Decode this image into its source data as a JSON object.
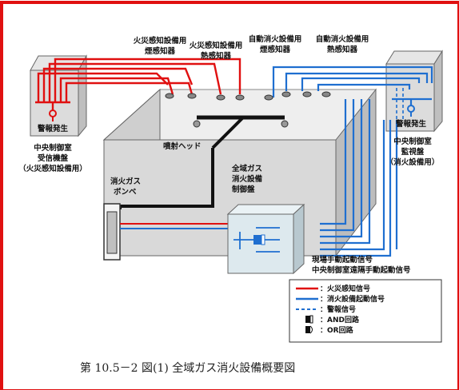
{
  "labels": {
    "fire_heat_top": "火災感知設備用",
    "fire_heat_bottom": "熱感知器",
    "fire_smoke_top": "火災感知設備用",
    "fire_smoke_bottom": "煙感知器",
    "ext_smoke_top": "自動消火設備用",
    "ext_smoke_bottom": "煙感知器",
    "ext_heat_top": "自動消火設備用",
    "ext_heat_bottom": "熱感知器",
    "alarm_left": "警報発生",
    "alarm_right": "警報発生",
    "left_panel_1": "中央制御室",
    "left_panel_2": "受信機盤",
    "left_panel_3": "（火災感知設備用）",
    "right_panel_1": "中央制御室",
    "right_panel_2": "監視盤",
    "right_panel_3": "（消火設備用）",
    "nozzle": "噴射ヘッド",
    "cylinder_1": "消火ガス",
    "cylinder_2": "ボンベ",
    "control_1": "全域ガス",
    "control_2": "消火設備",
    "control_3": "制御盤",
    "signal_local": "現場手動起動信号",
    "signal_remote": "中央制御室遠隔手動起動信号"
  },
  "legend": {
    "fire_signal": "：火災感知信号",
    "ext_signal": "：消火設備起動信号",
    "alarm_signal": "：警報信号",
    "and_circuit": "：AND回路",
    "or_circuit": "：OR回路"
  },
  "caption": "第 10.5－2 図(1)  全域ガス消火設備概要図",
  "colors": {
    "fire_line": "#e01010",
    "ext_line": "#1f6fd0",
    "frame": "#e01010",
    "room_top": "#f2b8bd"
  }
}
